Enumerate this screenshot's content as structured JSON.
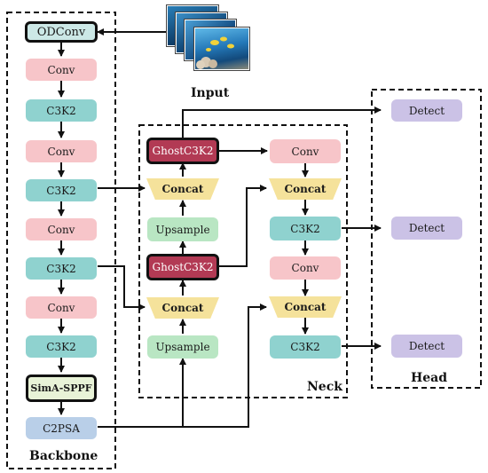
{
  "input_label": "Input",
  "regions": {
    "backbone": "Backbone",
    "neck": "Neck",
    "head": "Head"
  },
  "backbone": {
    "odconv": "ODConv",
    "conv1": "Conv",
    "c3k2_1": "C3K2",
    "conv2": "Conv",
    "c3k2_2": "C3K2",
    "conv3": "Conv",
    "c3k2_3": "C3K2",
    "conv4": "Conv",
    "c3k2_4": "C3K2",
    "sppf": "SimA-SPPF",
    "c2psa": "C2PSA"
  },
  "neck": {
    "ghost1": "GhostC3K2",
    "concat1": "Concat",
    "upsample1": "Upsample",
    "ghost2": "GhostC3K2",
    "concat2": "Concat",
    "upsample2": "Upsample",
    "conv_a": "Conv",
    "concat3": "Concat",
    "c3k2_a": "C3K2",
    "conv_b": "Conv",
    "concat4": "Concat",
    "c3k2_b": "C3K2"
  },
  "head": {
    "detect1": "Detect",
    "detect2": "Detect",
    "detect3": "Detect"
  }
}
